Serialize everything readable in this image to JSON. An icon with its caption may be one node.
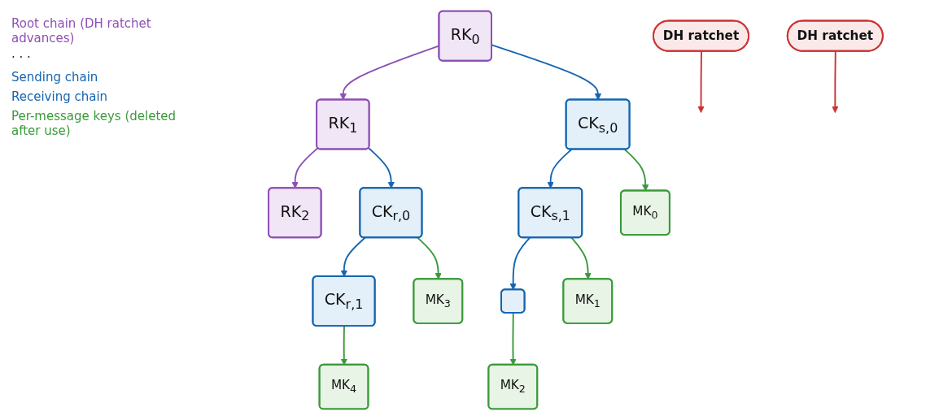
{
  "diagram": {
    "nodes": [
      {
        "text": [
          "DH ratchet"
        ]
      },
      {
        "text": [
          "DH ratchet"
        ]
      },
      {
        "text": [
          "RK$_{0}$"
        ]
      },
      {
        "text": [
          "RK$_{1}$"
        ]
      },
      {
        "text": [
          "RK$_{2}$"
        ]
      },
      {
        "text": [
          "CK$_{s,0}$"
        ]
      },
      {
        "text": [
          "CK$_{s,1}$"
        ]
      },
      {
        "text": [],
        "shape": "box"
      },
      {
        "text": [
          "CK$_{r,0}$"
        ]
      },
      {
        "text": [
          "CK$_{r,1}$"
        ]
      },
      {
        "text": [
          "MK$_{0}$"
        ]
      },
      {
        "text": [
          "MK$_{1}$"
        ]
      },
      {
        "text": [
          "MK$_{2}$"
        ]
      },
      {
        "text": [
          "MK$_{3}$"
        ]
      },
      {
        "text": [
          "MK$_{4}$"
        ]
      }
    ],
    "edges": [
      {
        "from": 0,
        "to": null,
        "arrow": "to",
        "color": "#cc3333"
      },
      {
        "from": 1,
        "to": null,
        "arrow": "to",
        "color": "#cc3333"
      },
      {
        "from": 2,
        "to": 3,
        "arrow": "to",
        "color": "#8e4fb5"
      },
      {
        "from": 3,
        "to": 4,
        "arrow": "to",
        "color": "#8e4fb5"
      },
      {
        "from": 2,
        "to": 5,
        "arrow": "to",
        "color": "#1565b0"
      },
      {
        "from": 3,
        "to": 8,
        "arrow": "to",
        "color": "#1565b0"
      },
      {
        "from": 5,
        "to": 6,
        "arrow": "to",
        "color": "#1565b0"
      },
      {
        "from": 6,
        "to": 7,
        "arrow": "to",
        "color": "#1565b0"
      },
      {
        "from": 8,
        "to": 9,
        "arrow": "to",
        "color": "#1565b0"
      },
      {
        "from": 5,
        "to": 10,
        "arrow": "to",
        "color": "#3a9a3a"
      },
      {
        "from": 6,
        "to": 11,
        "arrow": "to",
        "color": "#3a9a3a"
      },
      {
        "from": 7,
        "to": 12,
        "arrow": "to",
        "color": "#3a9a3a"
      },
      {
        "from": 8,
        "to": 13,
        "arrow": "to",
        "color": "#3a9a3a"
      },
      {
        "from": 9,
        "to": 14,
        "arrow": "to",
        "color": "#3a9a3a"
      }
    ],
    "labels": [
      "Root chain (DH ratchet advances)",
      "· · ·",
      "Sending chain",
      "Receiving chain",
      "Per-message keys (deleted after use)"
    ]
  }
}
